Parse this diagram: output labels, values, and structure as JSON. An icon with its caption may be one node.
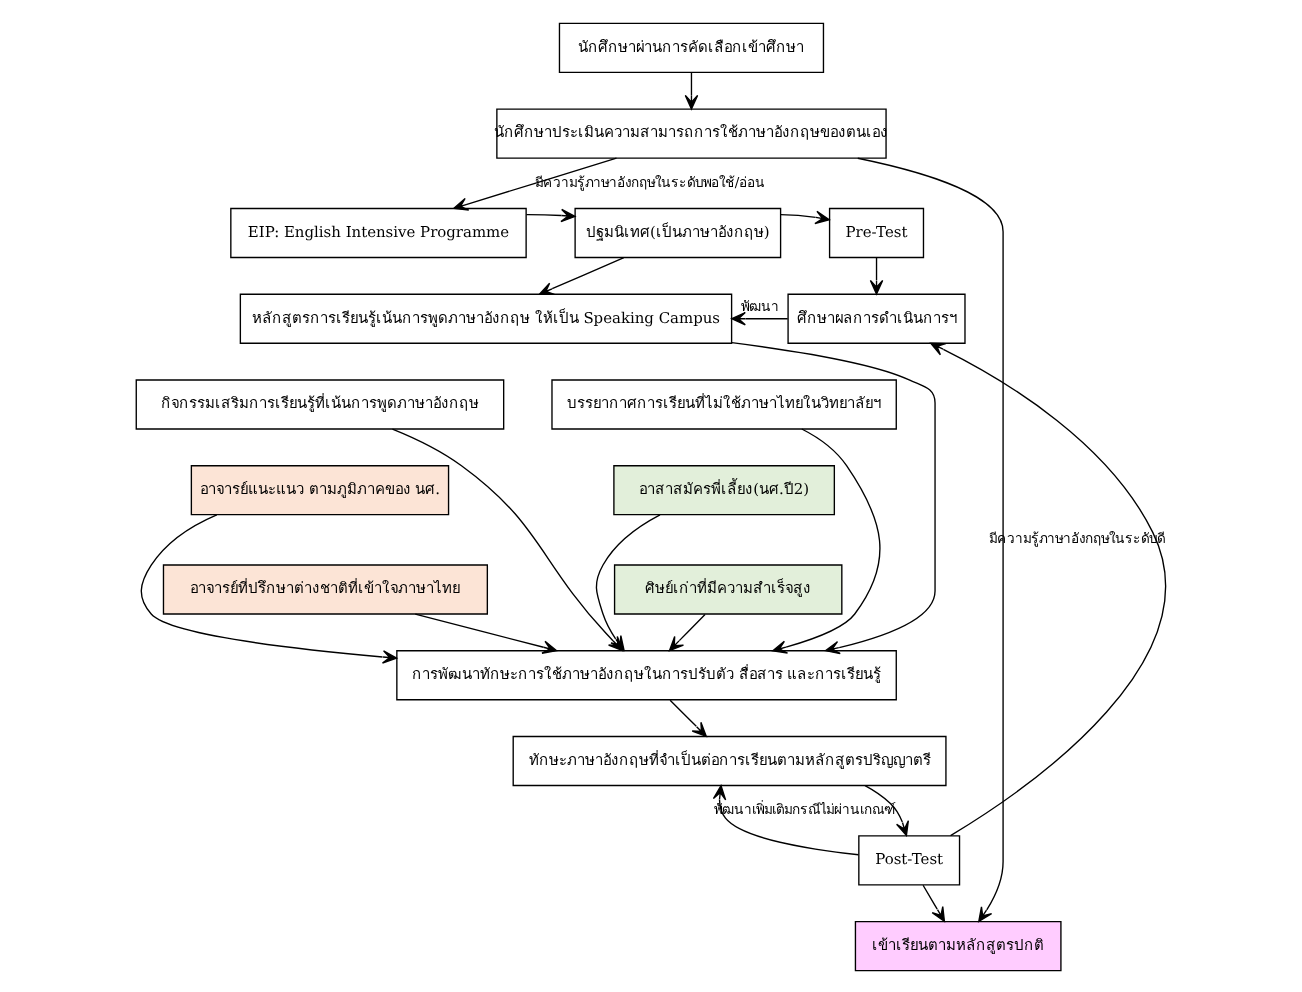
{
  "diagram": {
    "nodes": [
      {
        "text": [
          "นักศึกษาผ่านการคัดเลือกเข้าศึกษา"
        ]
      },
      {
        "text": [
          "นักศึกษาประเมินความสามารถการใช้ภาษาอังกฤษของตนเอง"
        ]
      },
      {
        "text": [
          "EIP: English Intensive Programme"
        ]
      },
      {
        "text": [
          "ปฐมนิเทศ(เป็นภาษาอังกฤษ)"
        ]
      },
      {
        "text": [
          "Pre-Test"
        ]
      },
      {
        "text": [
          "หลักสูตรการเรียนรู้เน้นการพูดภาษาอังกฤษ ให้เป็น Speaking Campus"
        ]
      },
      {
        "text": [
          "ศึกษาผลการดำเนินการฯ"
        ]
      },
      {
        "text": [
          "กิจกรรมเสริมการเรียนรู้ที่เน้นการพูดภาษาอังกฤษ"
        ]
      },
      {
        "text": [
          "บรรยากาศการเรียนที่ไม่ใช้ภาษาไทยในวิทยาลัยฯ"
        ]
      },
      {
        "text": [
          "อาจารย์แนะแนว ตามภูมิภาคของ นศ."
        ]
      },
      {
        "text": [
          "อาสาสมัครพี่เลี้ยง(นศ.ปี2)"
        ]
      },
      {
        "text": [
          "การพัฒนาทักษะการใช้ภาษาอังกฤษในการปรับตัว สื่อสาร และการเรียนรู้"
        ]
      },
      {
        "text": [
          "อาจารย์ที่ปรึกษาต่างชาติที่เข้าใจภาษาไทย"
        ]
      },
      {
        "text": [
          "ศิษย์เก่าที่มีความสำเร็จสูง"
        ]
      },
      {
        "text": [
          "ทักษะภาษาอังกฤษที่จำเป็นต่อการเรียนตามหลักสูตรปริญญาตรี"
        ]
      },
      {
        "text": [
          "Post-Test"
        ]
      },
      {
        "text": [
          "เข้าเรียนตามหลักสูตรปกติ"
        ]
      }
    ],
    "edges": [
      {
        "from": 0,
        "to": 1,
        "arrow": "to"
      },
      {
        "from": 1,
        "to": 2,
        "arrow": "to",
        "label": "มีความรู้ภาษาอังกฤษในระดับพอใช้/อ่อน"
      },
      {
        "from": 1,
        "to": 16,
        "arrow": "to",
        "label": "มีความรู้ภาษาอังกฤษในระดับดี"
      },
      {
        "from": 2,
        "to": 3,
        "arrow": "to"
      },
      {
        "from": 3,
        "to": 4,
        "arrow": "to"
      },
      {
        "from": 3,
        "to": 5,
        "arrow": "to"
      },
      {
        "from": 4,
        "to": 6,
        "arrow": "to"
      },
      {
        "from": 6,
        "to": 5,
        "arrow": "to",
        "label": "พัฒนา"
      },
      {
        "from": 5,
        "to": 11,
        "arrow": "to"
      },
      {
        "from": 7,
        "to": 11,
        "arrow": "to"
      },
      {
        "from": 8,
        "to": 11,
        "arrow": "to"
      },
      {
        "from": 9,
        "to": 11,
        "arrow": "to"
      },
      {
        "from": 12,
        "to": 11,
        "arrow": "to"
      },
      {
        "from": 10,
        "to": 11,
        "arrow": "to"
      },
      {
        "from": 13,
        "to": 11,
        "arrow": "to"
      },
      {
        "from": 11,
        "to": 14,
        "arrow": "to"
      },
      {
        "from": 14,
        "to": 15,
        "arrow": "to"
      },
      {
        "from": 15,
        "to": 16,
        "arrow": "to"
      },
      {
        "from": 15,
        "to": 6,
        "arrow": "to"
      },
      {
        "from": 15,
        "to": 14,
        "arrow": "to",
        "label": "พัฒนาเพิ่มเติมกรณีไม่ผ่านเกณฑ์"
      }
    ]
  }
}
